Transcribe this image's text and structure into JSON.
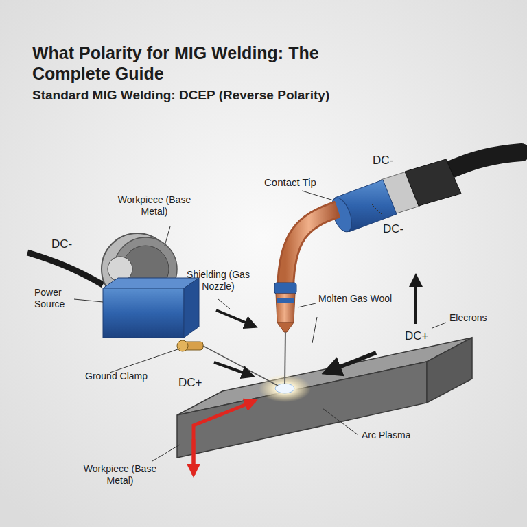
{
  "diagram": {
    "title": "What Polarity for MIG Welding: The Complete Guide",
    "labels": [
      "Standard MIG Welding: DCEP (Reverse Polarity)",
      "DC-",
      "Contact Tip",
      "Workpiece (Base Metal)",
      "DC-",
      "DC-",
      "Shielding (Gas Nozzle)",
      "Power Source",
      "Molten Gas Wool",
      "Elecrons",
      "DC+",
      "Ground Clamp",
      "DC+",
      "Arc Plasma",
      "Workpiece (Base Metal)"
    ]
  }
}
